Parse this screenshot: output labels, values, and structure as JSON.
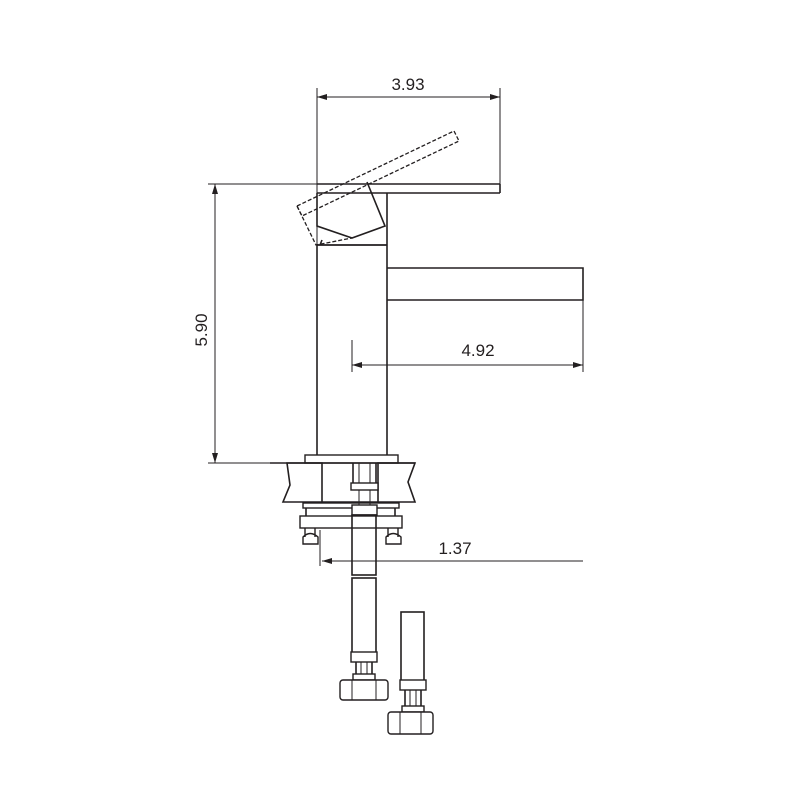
{
  "drawing": {
    "subject": "faucet",
    "line_color": "#231f20",
    "dimensions": {
      "spout_top_width": "3.93",
      "overall_height": "5.90",
      "spout_reach": "4.92",
      "mount_offset": "1.37"
    }
  }
}
